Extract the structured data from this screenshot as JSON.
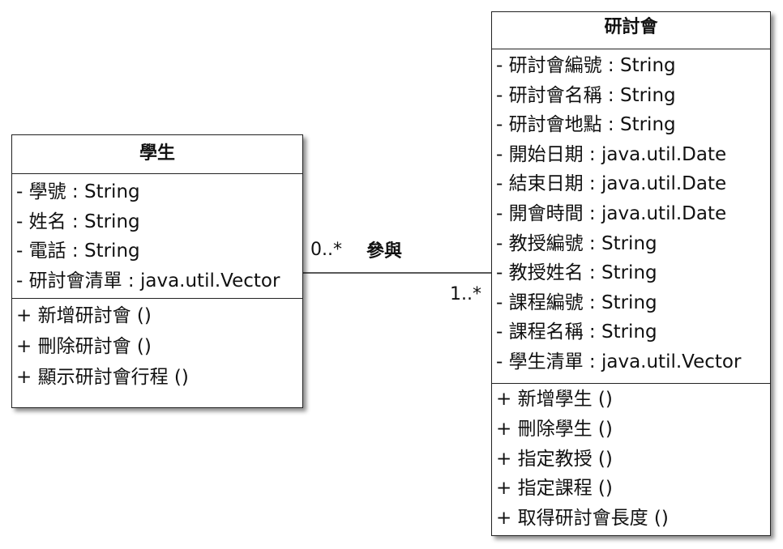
{
  "classes": {
    "student": {
      "name": "學生",
      "attributes": [
        "- 學號 : String",
        "- 姓名 : String",
        "- 電話 : String",
        "- 研討會清單 : java.util.Vector"
      ],
      "operations": [
        "+ 新增研討會 ()",
        "+ 刪除研討會 ()",
        "+ 顯示研討會行程 ()"
      ]
    },
    "seminar": {
      "name": "研討會",
      "attributes": [
        "- 研討會編號 : String",
        "- 研討會名稱 : String",
        "- 研討會地點 : String",
        "- 開始日期 : java.util.Date",
        "- 結束日期 : java.util.Date",
        "- 開會時間 : java.util.Date",
        "- 教授編號 : String",
        "- 教授姓名 : String",
        "- 課程編號 : String",
        "- 課程名稱 : String",
        "- 學生清單 : java.util.Vector"
      ],
      "operations": [
        "+ 新增學生 ()",
        "+ 刪除學生 ()",
        "+ 指定教授 ()",
        "+ 指定課程 ()",
        "+ 取得研討會長度 ()"
      ]
    }
  },
  "association": {
    "name": "參與",
    "student_end_multiplicity": "0..*",
    "seminar_end_multiplicity": "1..*"
  }
}
